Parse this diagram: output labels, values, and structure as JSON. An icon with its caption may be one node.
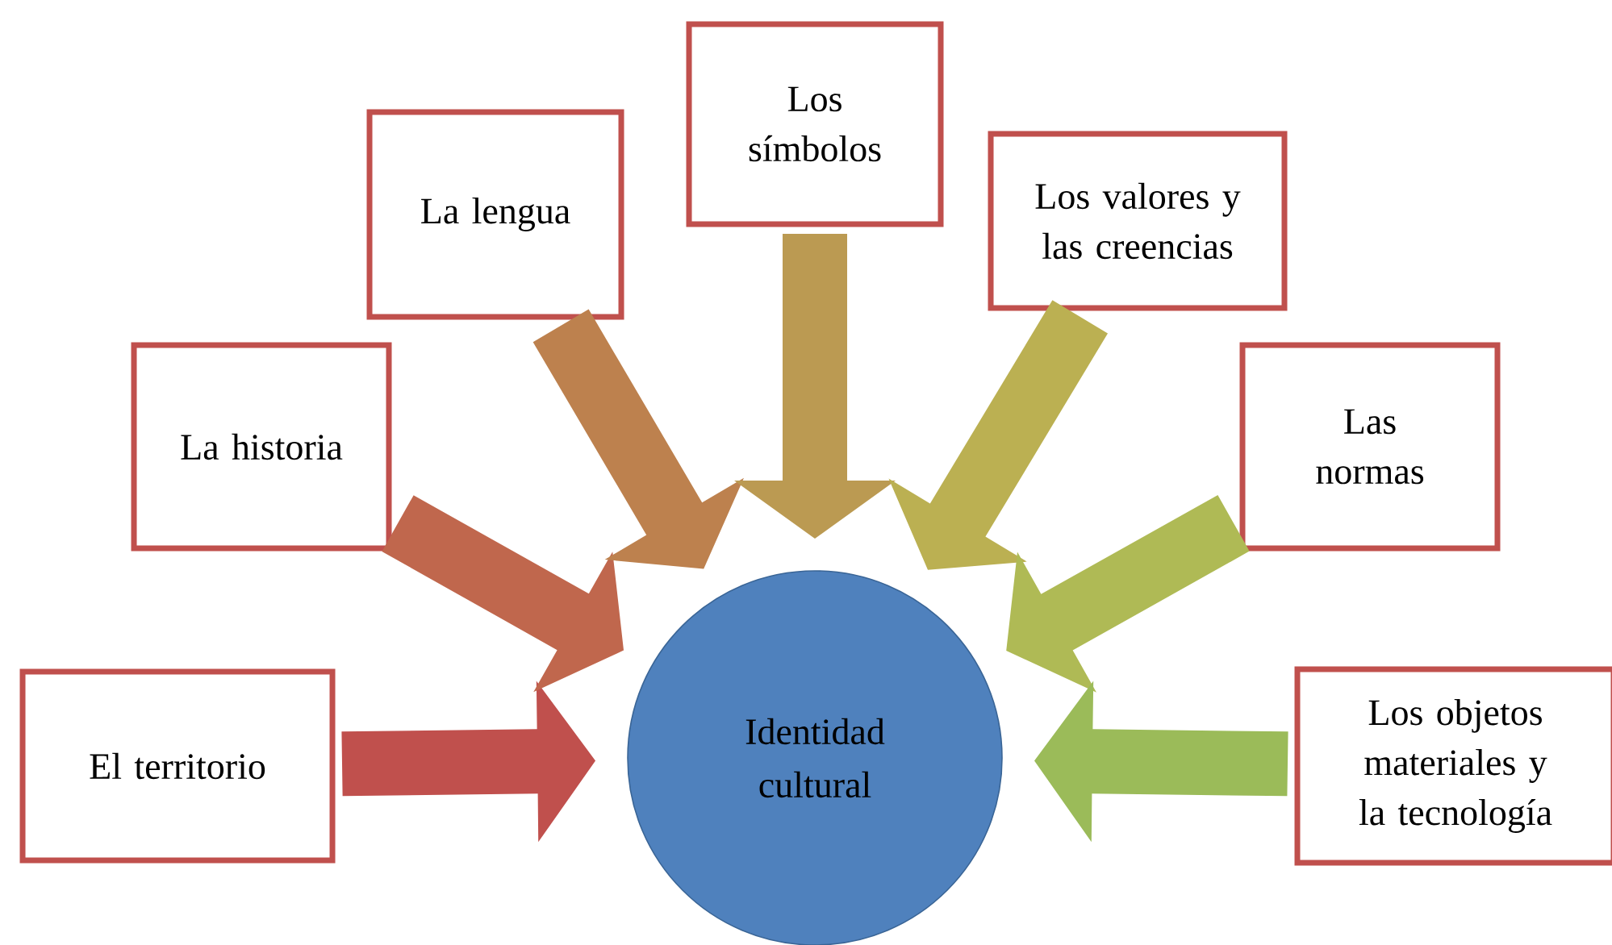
{
  "diagram": {
    "nodes": [
      {
        "text": [
          "El territorio"
        ]
      },
      {
        "text": [
          "La historia"
        ]
      },
      {
        "text": [
          "La lengua"
        ]
      },
      {
        "text": [
          "Los símbolos"
        ]
      },
      {
        "text": [
          "Los valores y las creencias"
        ]
      },
      {
        "text": [
          "Las normas"
        ]
      },
      {
        "text": [
          "Los objetos materiales y la tecnología"
        ]
      },
      {
        "text": [
          "Identidad cultural"
        ]
      }
    ],
    "edges": [
      {
        "from": 0,
        "to": 7,
        "arrow": "to",
        "color": "#c0504d"
      },
      {
        "from": 1,
        "to": 7,
        "arrow": "to",
        "color": "#c0674d"
      },
      {
        "from": 2,
        "to": 7,
        "arrow": "to",
        "color": "#bd814e"
      },
      {
        "from": 3,
        "to": 7,
        "arrow": "to",
        "color": "#bb9a52"
      },
      {
        "from": 4,
        "to": 7,
        "arrow": "to",
        "color": "#bbb052"
      },
      {
        "from": 5,
        "to": 7,
        "arrow": "to",
        "color": "#afba55"
      },
      {
        "from": 6,
        "to": 7,
        "arrow": "to",
        "color": "#9bbb59"
      }
    ]
  }
}
